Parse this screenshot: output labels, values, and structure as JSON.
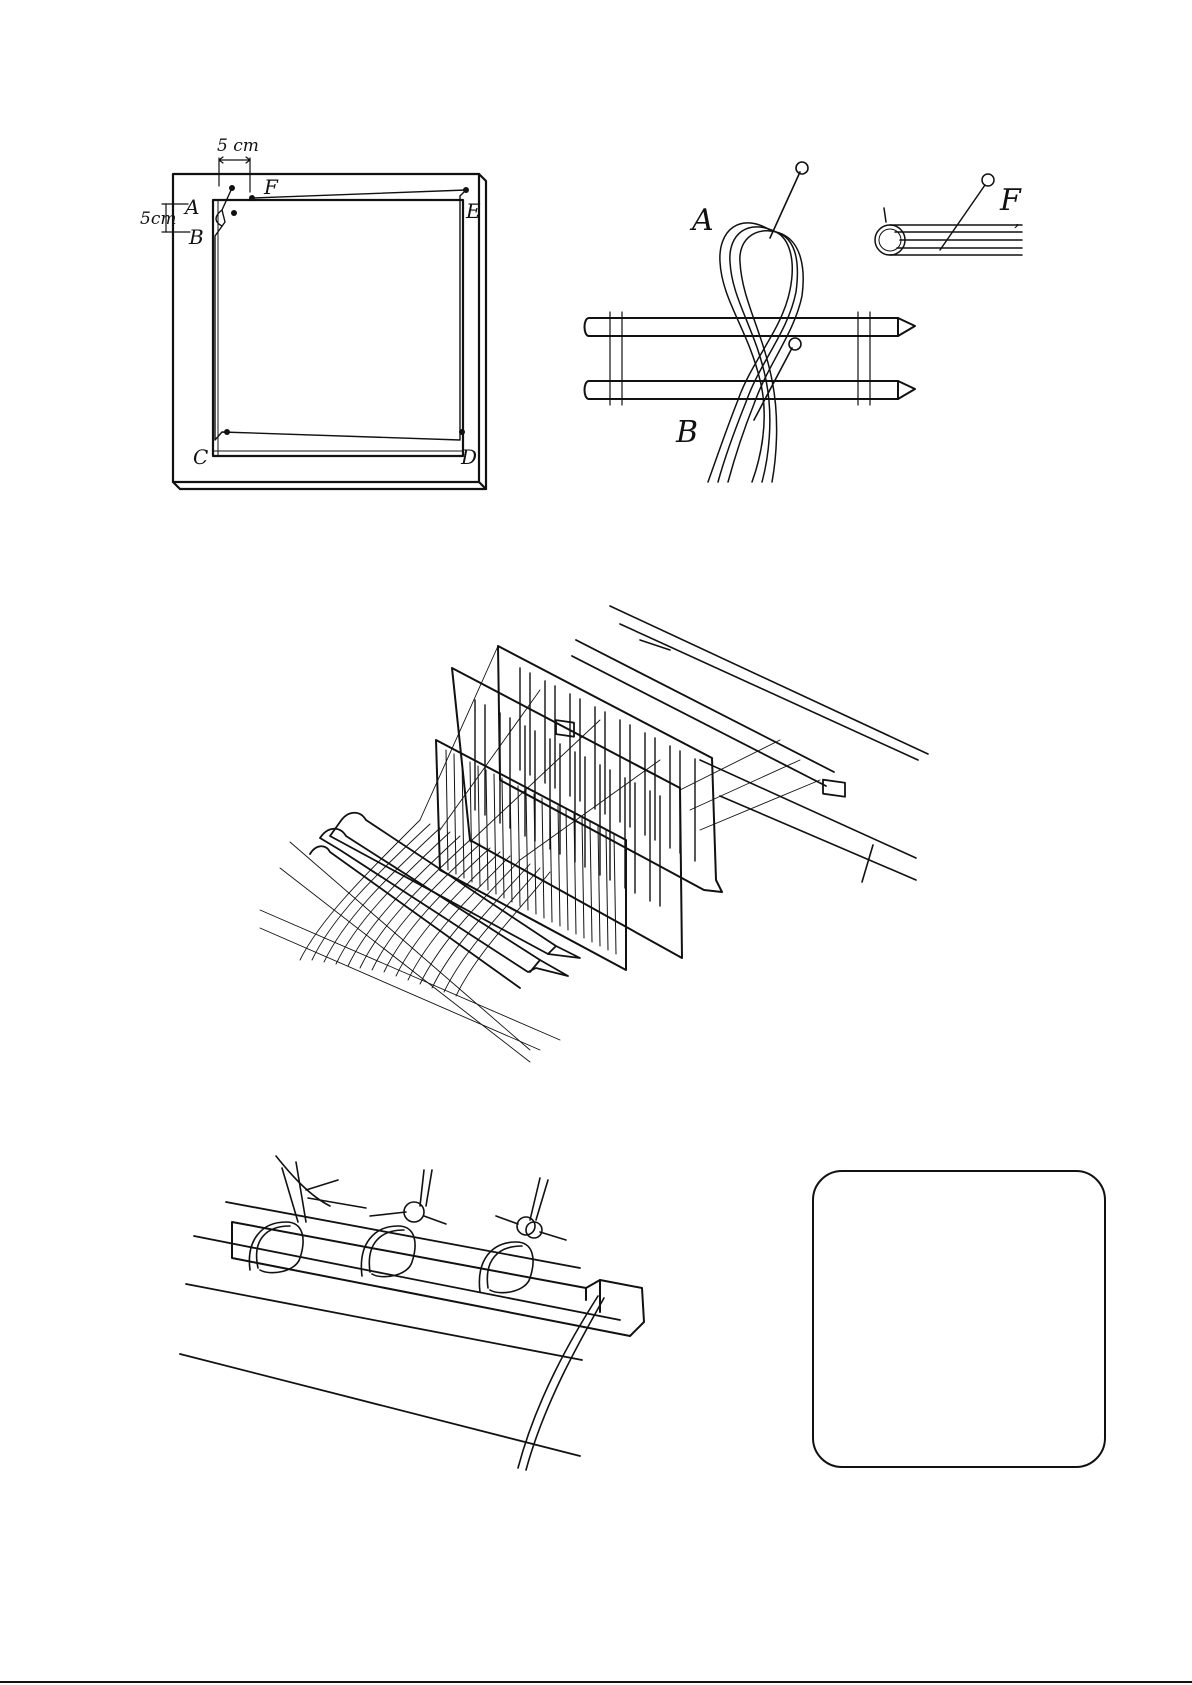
{
  "colors": {
    "ink": "#111111",
    "paper": "#ffffff"
  },
  "figures": [
    {
      "id": "frame",
      "labels_in_artwork": [
        "5cm",
        "5cm",
        "A",
        "B",
        "C",
        "D",
        "E",
        "F"
      ]
    },
    {
      "id": "crossing-detail",
      "labels_in_artwork": [
        "A",
        "B",
        "F"
      ]
    },
    {
      "id": "loom-heddles"
    },
    {
      "id": "knot-tying-on-beam"
    }
  ],
  "blank_box": {
    "text": ""
  }
}
